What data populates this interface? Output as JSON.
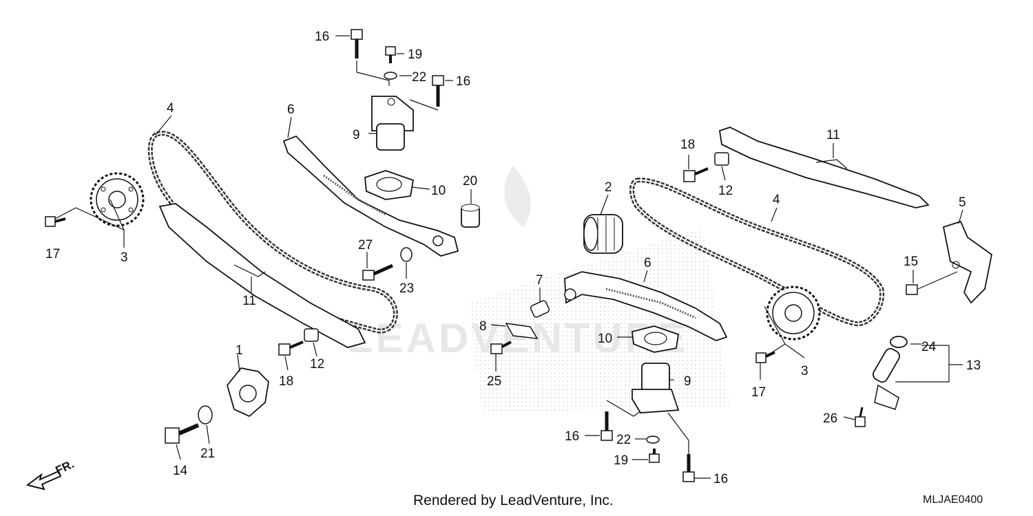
{
  "footer": {
    "rendered_by": "Rendered by LeadVenture, Inc.",
    "diagram_code": "MLJAE0400"
  },
  "watermark": {
    "text": "LEADVENTURE"
  },
  "direction": {
    "label": "FR."
  },
  "callouts": [
    "1",
    "2",
    "3",
    "4",
    "5",
    "6",
    "7",
    "8",
    "9",
    "10",
    "11",
    "12",
    "13",
    "14",
    "15",
    "16",
    "17",
    "18",
    "19",
    "20",
    "21",
    "22",
    "23",
    "24",
    "25",
    "26",
    "27"
  ],
  "colors": {
    "line": "#111111",
    "chain": "#333333",
    "part_fill": "#ffffff",
    "watermark": "#e0e0e0"
  }
}
